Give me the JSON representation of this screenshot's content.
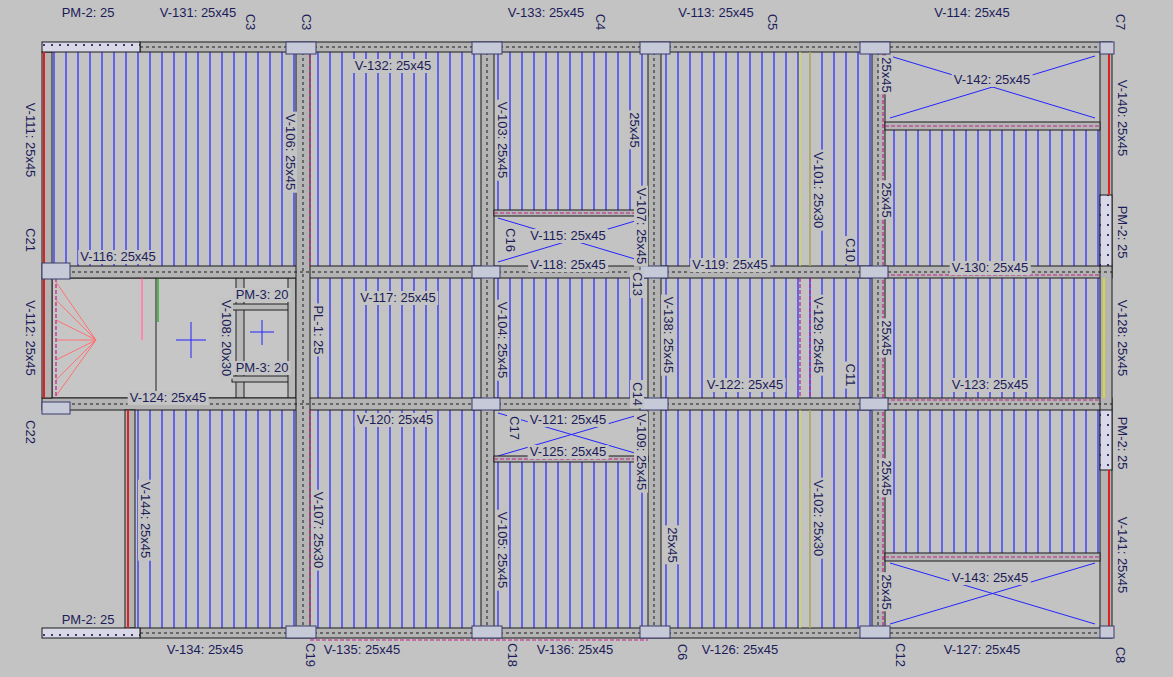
{
  "diagram": {
    "labels": [
      "PM-2: 25",
      "V-131: 25x45",
      "C3",
      "C3",
      "V-132: 25x45",
      "V-133: 25x45",
      "C4",
      "V-113: 25x45",
      "C5",
      "V-114: 25x45",
      "C7",
      "V-111: 25x45",
      "C21",
      "V-106: 25x45",
      "V-103: 25x45",
      "25x45",
      "V-101: 25x30",
      "C10",
      "25x45",
      "V-142: 25x45",
      "V-140: 25x45",
      "25x45",
      "PM-2: 25",
      "C16",
      "V-115: 25x45",
      "V-118: 25x45",
      "V-107: 25x45",
      "C13",
      "V-119: 25x45",
      "V-130: 25x45",
      "V-116: 25x45",
      "V-108: 20x30",
      "PM-3: 20",
      "PL-1: 25",
      "V-117: 25x45",
      "V-104: 25x45",
      "V-138: 25x45",
      "V-129: 25x45",
      "25x45",
      "V-128: 25x45",
      "V-112: 25x45",
      "PM-3: 20",
      "C11",
      "V-124: 25x45",
      "V-122: 25x45",
      "V-123: 25x45",
      "C22",
      "C14",
      "V-120: 25x45",
      "C17",
      "V-121: 25x45",
      "V-109: 25x45",
      "PM-2: 25",
      "V-125: 25x45",
      "V-144: 25x45",
      "V-107: 25x30",
      "V-105: 25x45",
      "25x45",
      "V-102: 25x30",
      "25x45",
      "V-141: 25x45",
      "V-143: 25x45",
      "25x45",
      "PM-2: 25",
      "V-134: 25x45",
      "C19",
      "V-135: 25x45",
      "C18",
      "V-136: 25x45",
      "C6",
      "V-126: 25x45",
      "C12",
      "V-127: 25x45",
      "C8"
    ]
  }
}
